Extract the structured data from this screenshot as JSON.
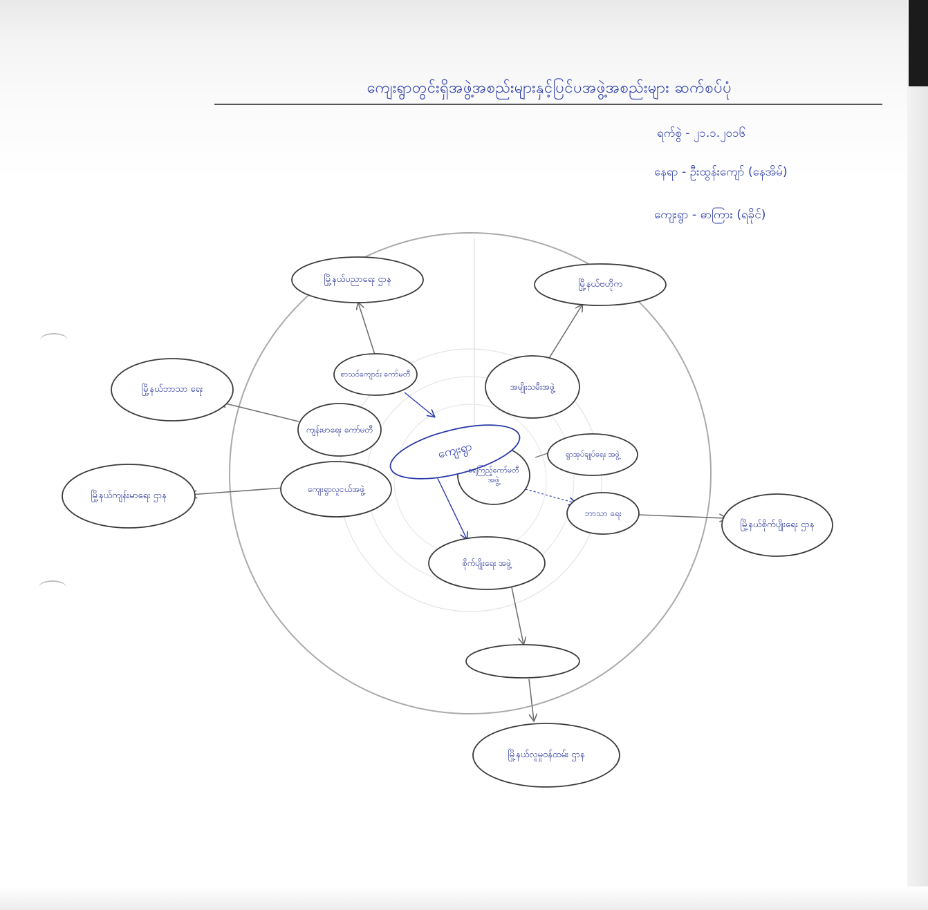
{
  "title": "ကျေးရွာတွင်းရှိအဖွဲ့အစည်းများနှင့်ပြင်ပအဖွဲ့အစည်းများ ဆက်စပ်ပုံ",
  "meta": {
    "date": "ရက်စွဲ - ၂၁.၁.၂၀၁၆",
    "location": "နေရာ - ဦးထွန်းကျော် (နေအိမ်)",
    "village": "ကျေးရွာ - ဓာကြား (ရခိုင်)"
  },
  "center": {
    "label": "ကျေးရွာ"
  },
  "inner_nodes": [
    {
      "id": "inner-clinic",
      "label": "ကျန်းမာရေး ကော်မတီ"
    },
    {
      "id": "inner-water",
      "label": "ရေကြည့်ကော်မတီ အဖွဲ့"
    },
    {
      "id": "inner-school",
      "label": "စာသင်ကျောင်း ကော်မတီ"
    },
    {
      "id": "inner-women",
      "label": "အမျိုးသမီးအဖွဲ့"
    },
    {
      "id": "inner-youth",
      "label": "ကျေးရွာလူငယ်အဖွဲ့"
    },
    {
      "id": "inner-agri",
      "label": "စိုက်ပျိုးရေး အဖွဲ့"
    },
    {
      "id": "inner-admin",
      "label": "ရွာအုပ်ချုပ်ရေး အဖွဲ့"
    },
    {
      "id": "inner-religion",
      "label": "ဘာသာ ရေး"
    }
  ],
  "outer_nodes": [
    {
      "id": "outer-health",
      "label": "မြို့နယ်ကျန်းမာရေး ဌာန"
    },
    {
      "id": "outer-ngo",
      "label": "မြို့နယ်ဗဟိုက"
    },
    {
      "id": "outer-education",
      "label": "မြို့နယ်ပညာရေး ဌာန"
    },
    {
      "id": "outer-social",
      "label": "မြို့နယ်လူမှုဝန်ထမ်း ဌာန"
    },
    {
      "id": "outer-religion",
      "label": "မြို့နယ်ဘာသာ ရေး"
    },
    {
      "id": "outer-agri",
      "label": "မြို့နယ်စိုက်ပျိုးရေး ဌာန"
    }
  ]
}
